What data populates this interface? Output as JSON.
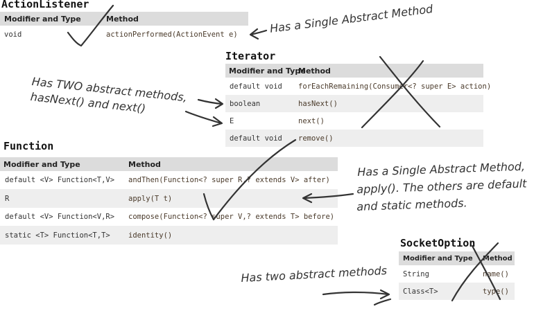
{
  "action_listener": {
    "title": "ActionListener",
    "headers": [
      "Modifier and Type",
      "Method"
    ],
    "rows": [
      {
        "type": "void",
        "method": "actionPerformed(ActionEvent e)"
      }
    ]
  },
  "iterator": {
    "title": "Iterator",
    "headers": [
      "Modifier and Type",
      "Method"
    ],
    "rows": [
      {
        "type": "default void",
        "method": "forEachRemaining(Consumer<? super E> action)"
      },
      {
        "type": "boolean",
        "method": "hasNext()"
      },
      {
        "type": "E",
        "method": "next()"
      },
      {
        "type": "default void",
        "method": "remove()"
      }
    ]
  },
  "function": {
    "title": "Function",
    "headers": [
      "Modifier and Type",
      "Method"
    ],
    "rows": [
      {
        "type": "default <V> Function<T,V>",
        "method": "andThen(Function<? super R,? extends V> after)"
      },
      {
        "type": "R",
        "method": "apply(T t)"
      },
      {
        "type": "default <V> Function<V,R>",
        "method": "compose(Function<? super V,? extends T> before)"
      },
      {
        "type": "static <T> Function<T,T>",
        "method": "identity()"
      }
    ]
  },
  "socket_option": {
    "title": "SocketOption",
    "headers": [
      "Modifier and Type",
      "Method"
    ],
    "rows": [
      {
        "type": "String",
        "method": "name()"
      },
      {
        "type": "Class<T>",
        "method": "type()"
      }
    ]
  },
  "annotations": {
    "action_listener_note": "Has a Single Abstract Method",
    "iterator_note_line1": "Has TWO abstract methods,",
    "iterator_note_line2": "hasNext() and next()",
    "function_note_line1": "Has a Single Abstract Method,",
    "function_note_line2": "apply(). The others are default",
    "function_note_line3": "and static methods.",
    "socket_note": "Has two abstract methods"
  },
  "colors": {
    "header_bg": "#dcdcdc",
    "row_shade": "#eeeeee",
    "ink": "#333333"
  }
}
